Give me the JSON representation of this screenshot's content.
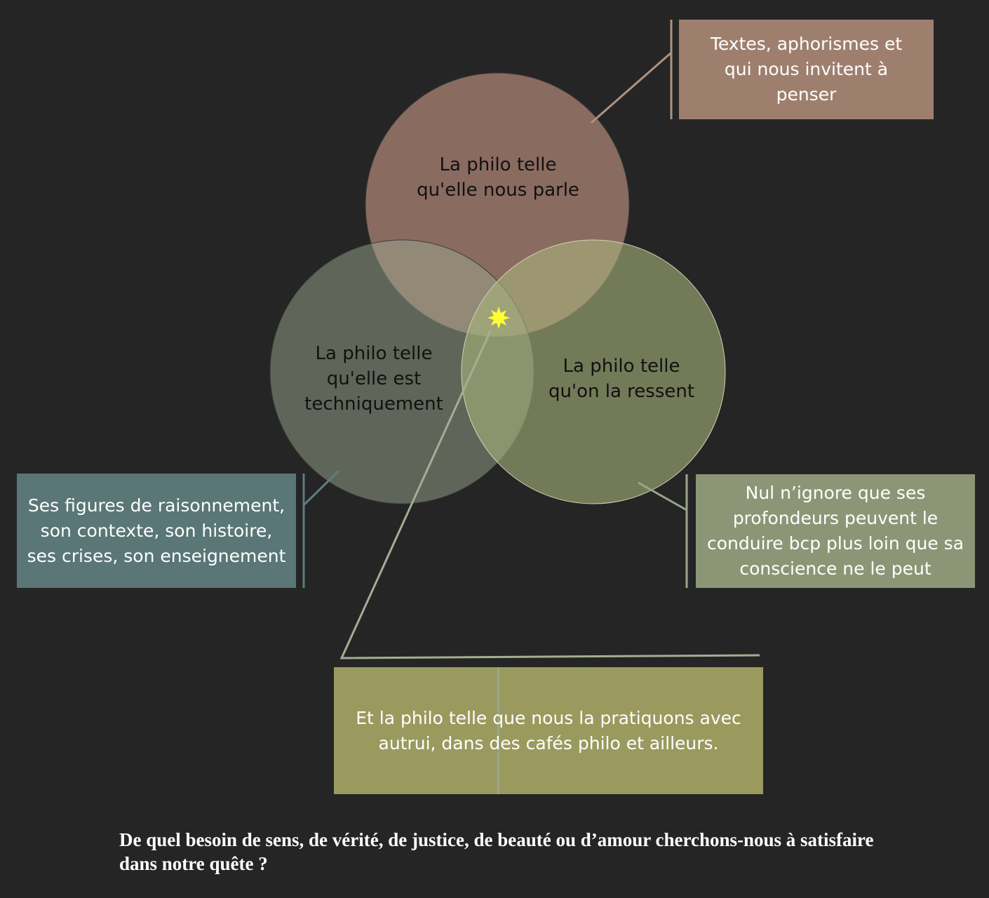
{
  "circles": {
    "top": {
      "label": "La philo telle qu'elle nous parle",
      "color": "#8a6b60"
    },
    "left": {
      "label": "La philo telle qu'elle est techniquement",
      "color": "#5e6a5c"
    },
    "right": {
      "label": "La philo telle qu'on la ressent",
      "color": "#747f5c"
    }
  },
  "center_icon": "star-burst-icon",
  "callouts": {
    "top": {
      "text": "Textes, aphorismes et qui nous invitent à penser",
      "color": "#9e7f6e"
    },
    "left": {
      "text": "Ses figures de raisonnement, son contexte, son histoire, ses crises, son enseignement",
      "color": "#5a7676"
    },
    "right": {
      "text": "Nul n’ignore que ses profondeurs peuvent le conduire bcp plus loin que sa conscience ne le peut",
      "color": "#8c9676"
    },
    "bottom": {
      "text": "Et la philo telle que nous la pratiquons avec autrui, dans des cafés philo et ailleurs.",
      "color": "#9a9a5f"
    }
  },
  "question": "De quel besoin de sens, de vérité, de justice, de beauté ou d’amour cherchons-nous à satisfaire dans notre quête ?"
}
